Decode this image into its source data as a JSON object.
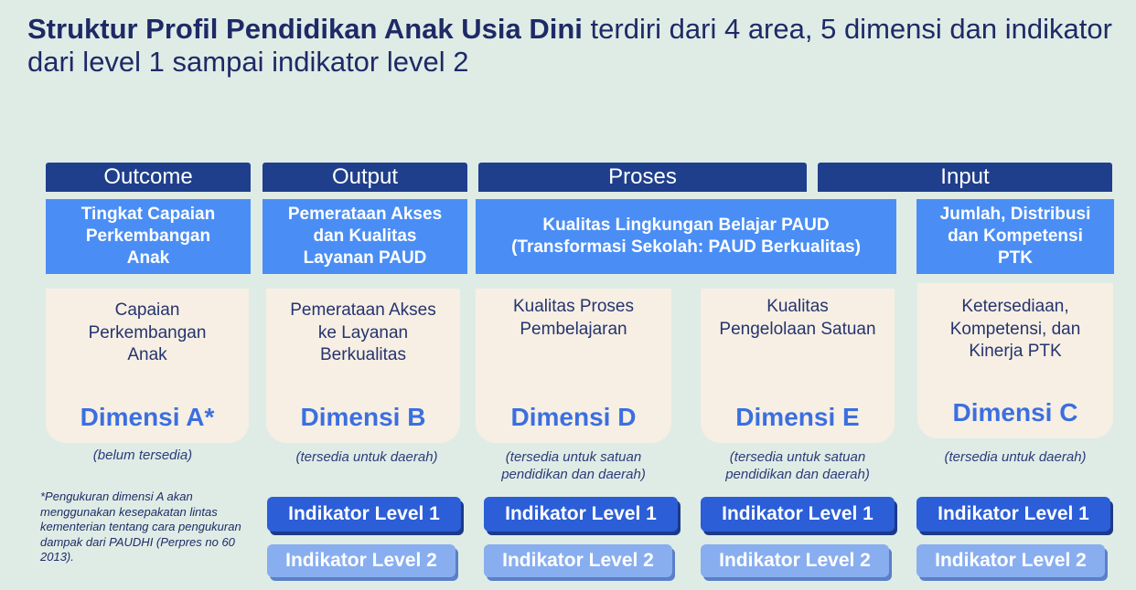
{
  "title": {
    "bold": "Struktur Profil Pendidikan Anak Usia Dini",
    "rest": " terdiri dari 4 area, 5 dimensi dan indikator dari level 1 sampai indikator level 2"
  },
  "categories": [
    "Outcome",
    "Output",
    "Proses",
    "Input"
  ],
  "subcategories": [
    "Tingkat Capaian\nPerkembangan\nAnak",
    "Pemerataan Akses\ndan Kualitas\nLayanan PAUD",
    "Kualitas Lingkungan Belajar PAUD\n(Transformasi Sekolah: PAUD Berkualitas)",
    "Jumlah, Distribusi\ndan Kompetensi\nPTK"
  ],
  "dimensions": [
    {
      "desc": "Capaian\nPerkembangan\nAnak",
      "label": "Dimensi A*",
      "note": "(belum tersedia)"
    },
    {
      "desc": "Pemerataan Akses\nke Layanan\nBerkualitas",
      "label": "Dimensi B",
      "note": "(tersedia untuk daerah)"
    },
    {
      "desc": "Kualitas Proses\nPembelajaran",
      "label": "Dimensi D",
      "note": "(tersedia untuk satuan\npendidikan dan daerah)"
    },
    {
      "desc": "Kualitas\nPengelolaan Satuan",
      "label": "Dimensi E",
      "note": "(tersedia untuk satuan\npendidikan dan daerah)"
    },
    {
      "desc": "Ketersediaan,\nKompetensi, dan\nKinerja PTK",
      "label": "Dimensi C",
      "note": "(tersedia untuk daerah)"
    }
  ],
  "footnote": "*Pengukuran dimensi A akan menggunakan kesepakatan lintas kementerian tentang cara pengukuran dampak dari PAUDHI (Perpres no 60 2013).",
  "levels": {
    "level1": "Indikator Level 1",
    "level2": "Indikator Level 2"
  },
  "colors": {
    "background": "#dfece6",
    "category": "#1f3f8c",
    "subcategory": "#4a8ef5",
    "card": "#f7efe3",
    "dimension_text": "#3b6fe0",
    "level1": "#2b5ed7",
    "level2": "#88aef0"
  }
}
